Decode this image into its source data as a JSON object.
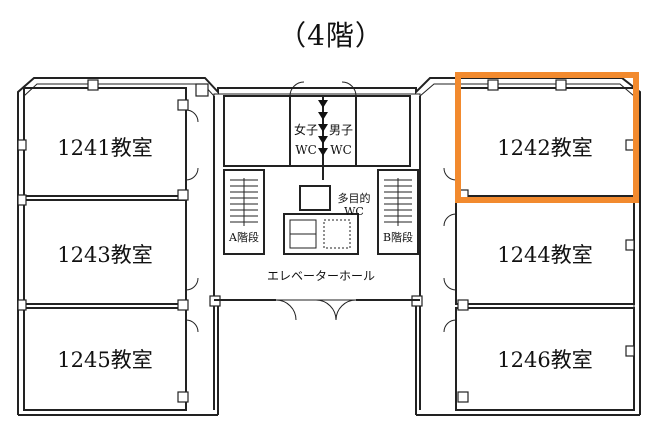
{
  "floor": {
    "title": "（4階）"
  },
  "rooms": [
    {
      "id": "1241",
      "label": "1241教室"
    },
    {
      "id": "1242",
      "label": "1242教室",
      "highlighted": true
    },
    {
      "id": "1243",
      "label": "1243教室"
    },
    {
      "id": "1244",
      "label": "1244教室"
    },
    {
      "id": "1245",
      "label": "1245教室"
    },
    {
      "id": "1246",
      "label": "1246教室"
    }
  ],
  "facilities": {
    "womens_wc_line1": "女子",
    "womens_wc_line2": "WC",
    "mens_wc_line1": "男子",
    "mens_wc_line2": "WC",
    "multi_wc_line1": "多目的",
    "multi_wc_line2": "WC",
    "stair_a": "A階段",
    "stair_b": "B階段",
    "elevator_hall": "エレベーターホール"
  },
  "colors": {
    "highlight": "#F28A2E",
    "wall": "#222222"
  }
}
